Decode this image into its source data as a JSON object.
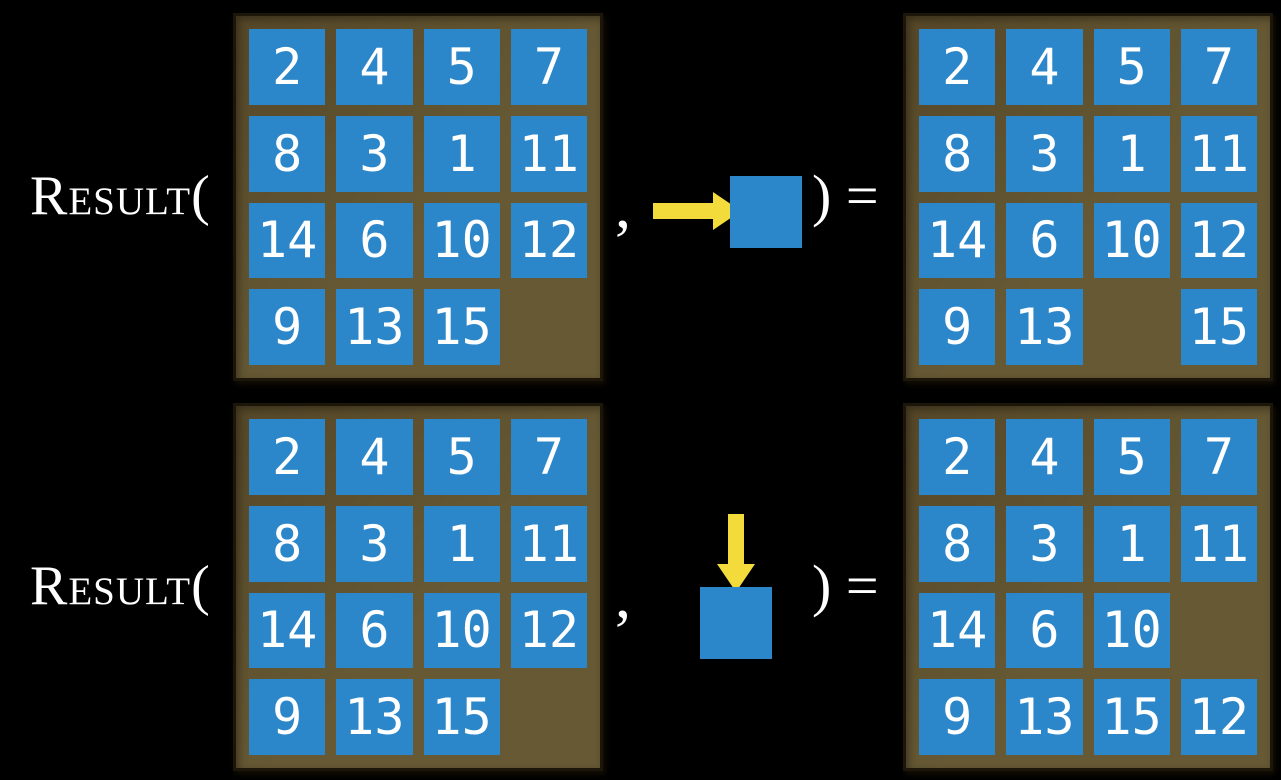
{
  "colors": {
    "background": "#000000",
    "board": "#665934",
    "board_dark": "#554728",
    "board_border": "#1c1509",
    "tile": "#2B87C9",
    "tile_text": "#FFFFFF",
    "arrow": "#F2DB3B",
    "text": "#FFFFFF"
  },
  "rows": [
    {
      "function_label": "Result(",
      "separator": ",",
      "action_direction": "right",
      "close_equals": ") =",
      "initial_board": [
        [
          "2",
          "4",
          "5",
          "7"
        ],
        [
          "8",
          "3",
          "1",
          "11"
        ],
        [
          "14",
          "6",
          "10",
          "12"
        ],
        [
          "9",
          "13",
          "15",
          ""
        ]
      ],
      "result_board": [
        [
          "2",
          "4",
          "5",
          "7"
        ],
        [
          "8",
          "3",
          "1",
          "11"
        ],
        [
          "14",
          "6",
          "10",
          "12"
        ],
        [
          "9",
          "13",
          "",
          "15"
        ]
      ]
    },
    {
      "function_label": "Result(",
      "separator": ",",
      "action_direction": "down",
      "close_equals": ") =",
      "initial_board": [
        [
          "2",
          "4",
          "5",
          "7"
        ],
        [
          "8",
          "3",
          "1",
          "11"
        ],
        [
          "14",
          "6",
          "10",
          "12"
        ],
        [
          "9",
          "13",
          "15",
          ""
        ]
      ],
      "result_board": [
        [
          "2",
          "4",
          "5",
          "7"
        ],
        [
          "8",
          "3",
          "1",
          "11"
        ],
        [
          "14",
          "6",
          "10",
          ""
        ],
        [
          "9",
          "13",
          "15",
          "12"
        ]
      ]
    }
  ]
}
